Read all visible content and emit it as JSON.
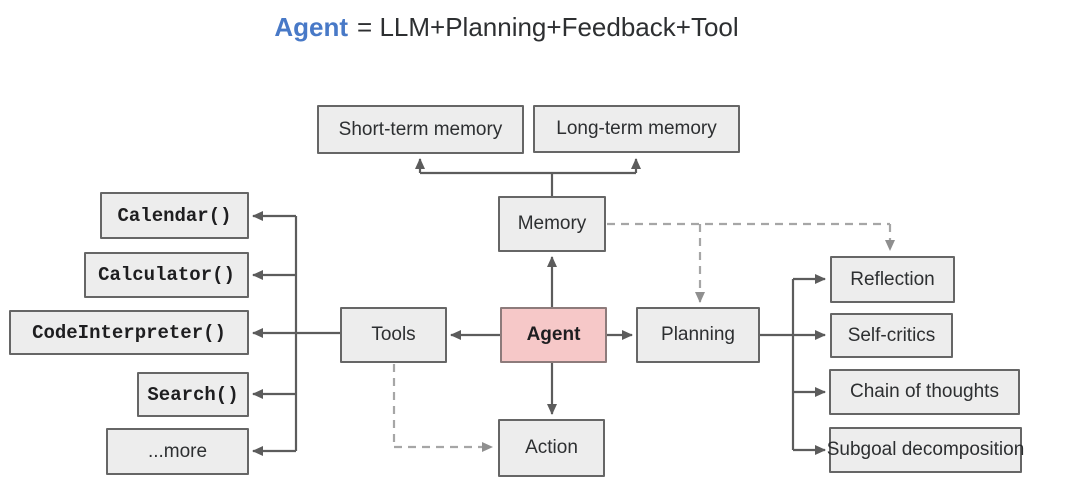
{
  "title": {
    "agent_word": "Agent",
    "formula": "= LLM+Planning+Feedback+Tool"
  },
  "colors": {
    "title_blue": "#4879c7",
    "agent_fill": "#f6c8c8",
    "agent_border": "#8d7b7b",
    "box_fill": "#ededed",
    "box_border": "#666666",
    "arrow": "#5c5c5c",
    "dashed": "#a6a6a6",
    "text": "#2d2f31"
  },
  "nodes": {
    "short_term_memory": {
      "label": "Short-term memory"
    },
    "long_term_memory": {
      "label": "Long-term memory"
    },
    "memory": {
      "label": "Memory"
    },
    "tools": {
      "label": "Tools"
    },
    "agent": {
      "label": "Agent"
    },
    "planning": {
      "label": "Planning"
    },
    "action": {
      "label": "Action"
    },
    "calendar": {
      "label": "Calendar()"
    },
    "calculator": {
      "label": "Calculator()"
    },
    "code_interpreter": {
      "label": "CodeInterpreter()"
    },
    "search": {
      "label": "Search()"
    },
    "more": {
      "label": "...more"
    },
    "reflection": {
      "label": "Reflection"
    },
    "self_critics": {
      "label": "Self-critics"
    },
    "chain_of_thoughts": {
      "label": "Chain of thoughts"
    },
    "subgoal_decomposition": {
      "label": "Subgoal decomposition"
    }
  },
  "edges": [
    {
      "from": "memory",
      "to": "short_term_memory",
      "style": "solid-arrow"
    },
    {
      "from": "memory",
      "to": "long_term_memory",
      "style": "solid-arrow"
    },
    {
      "from": "agent",
      "to": "memory",
      "style": "solid-arrow"
    },
    {
      "from": "agent",
      "to": "tools",
      "style": "solid-arrow"
    },
    {
      "from": "agent",
      "to": "planning",
      "style": "solid-arrow"
    },
    {
      "from": "agent",
      "to": "action",
      "style": "solid-arrow"
    },
    {
      "from": "tools",
      "to": "calendar",
      "style": "solid-arrow"
    },
    {
      "from": "tools",
      "to": "calculator",
      "style": "solid-arrow"
    },
    {
      "from": "tools",
      "to": "code_interpreter",
      "style": "solid-arrow"
    },
    {
      "from": "tools",
      "to": "search",
      "style": "solid-arrow"
    },
    {
      "from": "tools",
      "to": "more",
      "style": "solid-arrow"
    },
    {
      "from": "planning",
      "to": "reflection",
      "style": "solid-arrow"
    },
    {
      "from": "planning",
      "to": "self_critics",
      "style": "solid-arrow"
    },
    {
      "from": "planning",
      "to": "chain_of_thoughts",
      "style": "solid-arrow"
    },
    {
      "from": "planning",
      "to": "subgoal_decomposition",
      "style": "solid-arrow"
    },
    {
      "from": "memory",
      "to": "planning",
      "style": "dashed-arrow"
    },
    {
      "from": "memory",
      "to": "reflection",
      "style": "dashed-arrow"
    },
    {
      "from": "tools",
      "to": "action",
      "style": "dashed-arrow"
    }
  ]
}
